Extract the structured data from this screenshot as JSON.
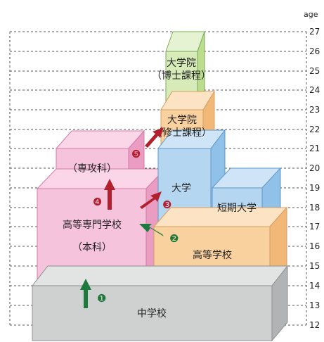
{
  "axis": {
    "unit_label": "age",
    "ages": [
      "27",
      "26",
      "25",
      "24",
      "23",
      "22",
      "21",
      "20",
      "19",
      "18",
      "17",
      "16",
      "15",
      "14",
      "13",
      "12"
    ]
  },
  "blocks": {
    "chugakko": {
      "label": "中学校"
    },
    "koto_gakko": {
      "label": "高等学校"
    },
    "kosen": {
      "label": "高等専門学校",
      "sublabel": "（本科）"
    },
    "senkoka": {
      "label": "（専攻科）"
    },
    "daigaku": {
      "label": "大学"
    },
    "tanki": {
      "label": "短期大学"
    },
    "master": {
      "label": "大学院",
      "sublabel": "（修士課程）"
    },
    "doctor": {
      "label": "大学院",
      "sublabel": "（博士課程）"
    }
  },
  "markers": {
    "m1": "❶",
    "m2": "❷",
    "m3": "❸",
    "m4": "❹",
    "m5": "❺"
  },
  "colors": {
    "gray_front": "#cfd0d0",
    "gray_top": "#e2e3e3",
    "gray_side": "#b1b3b4",
    "orange_front": "#f9d19f",
    "orange_top": "#fce3c3",
    "orange_side": "#f1b877",
    "pink_front": "#f6c3dc",
    "pink_top": "#fad6e8",
    "pink_side": "#ea9cc3",
    "pink2_front": "#f3aed0",
    "blue_front": "#b5d6f1",
    "blue_top": "#cfe5f7",
    "blue_side": "#90c1e9",
    "green_front": "#d6ebb8",
    "green_top": "#e6f3d3",
    "green_side": "#bcdc8e",
    "arrow_green": "#1e7a3c",
    "arrow_red": "#b2202d"
  }
}
